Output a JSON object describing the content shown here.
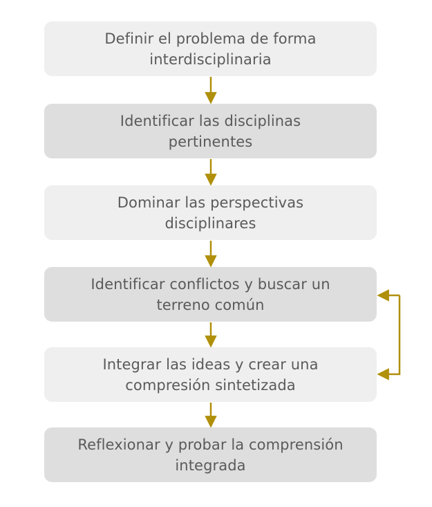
{
  "colors": {
    "arrow": "#b08f0a",
    "box_light": "#efefef",
    "box_dark": "#dedede",
    "text": "#5a5a5a"
  },
  "steps": [
    {
      "label": "Definir el problema de forma\ninterdisciplinaria"
    },
    {
      "label": "Identificar las disciplinas\npertinentes"
    },
    {
      "label": "Dominar las perspectivas\ndisciplinares"
    },
    {
      "label": "Identificar conflictos y buscar un\nterreno común"
    },
    {
      "label": "Integrar las ideas y crear una\ncompresión sintetizada"
    },
    {
      "label": "Reflexionar y probar la comprensión\nintegrada"
    }
  ],
  "connectors": {
    "down_arrows": 5,
    "loop": "between-step-4-and-step-5"
  }
}
